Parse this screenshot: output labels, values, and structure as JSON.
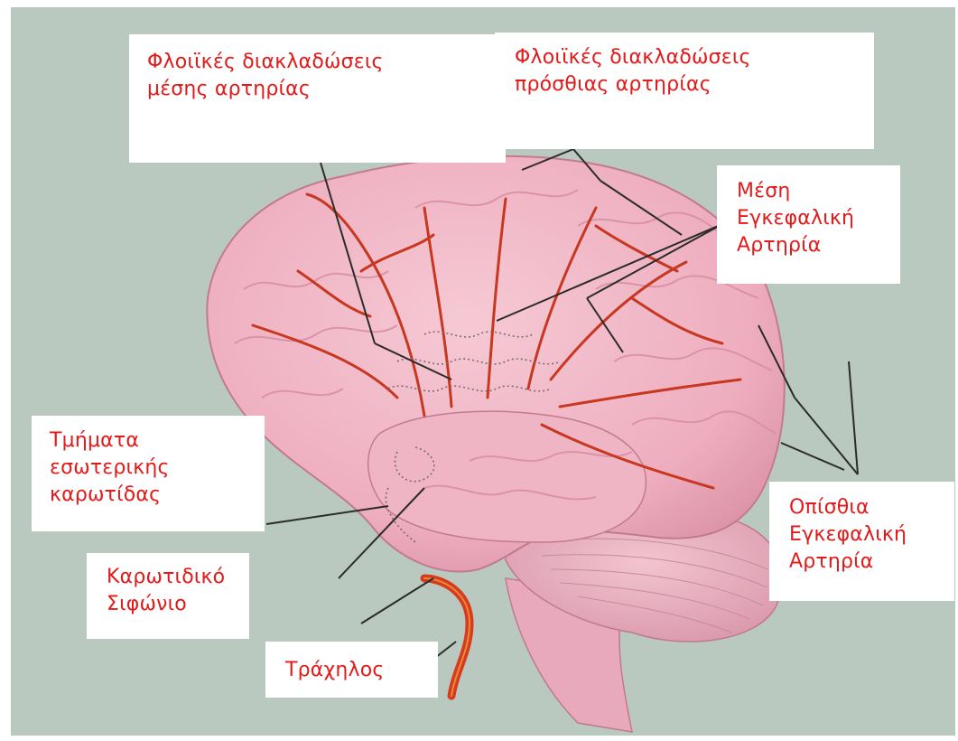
{
  "colors": {
    "background": "#b9c9bf",
    "label_text": "#e21a1a",
    "label_box": "#ffffff",
    "brain_fill": "#efb3c3",
    "artery": "#c8371f",
    "leader_line": "#2b2b2b"
  },
  "labels": {
    "cortical_middle": [
      "Φλοιϊκές διακλαδώσεις",
      "μέσης αρτηρίας"
    ],
    "cortical_anterior": [
      "Φλοιϊκές διακλαδώσεις",
      "πρόσθιας αρτηρίας"
    ],
    "middle_cerebral": [
      "Μέση",
      "Εγκεφαλική",
      "Αρτηρία"
    ],
    "internal_carotid": [
      "Τμήματα",
      "εσωτερικής",
      "καρωτίδας"
    ],
    "posterior_cerebral": [
      "Οπίσθια",
      "Εγκεφαλική",
      "Αρτηρία"
    ],
    "carotid_siphon": [
      "Καρωτιδικό",
      "Σιφώνιο"
    ],
    "neck": [
      "Τράχηλος"
    ]
  }
}
